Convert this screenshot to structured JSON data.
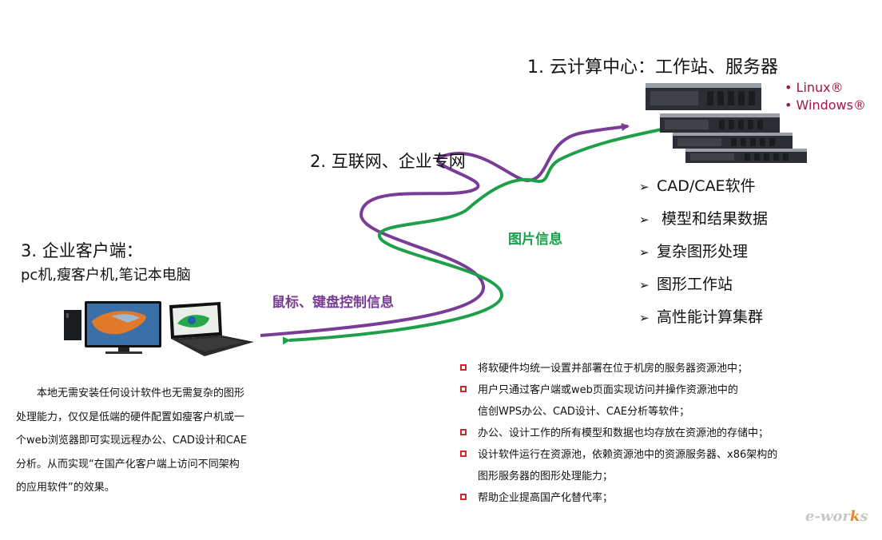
{
  "cloud": {
    "title": "1. 云计算中心：工作站、服务器",
    "os": [
      "• Linux®",
      "• Windows®"
    ]
  },
  "network": {
    "title": "2. 互联网、企业专网"
  },
  "client": {
    "title": "3. 企业客户端：",
    "subtitle": "pc机,瘦客户机,笔记本电脑"
  },
  "features": [
    "CAD/CAE软件",
    " 模型和结果数据",
    "复杂图形处理",
    "图形工作站",
    "高性能计算集群"
  ],
  "flows": {
    "mouse_label": "鼠标、键盘控制信息",
    "image_label": "图片信息",
    "mouse_color": "#7a3d97",
    "image_color": "#1ea04a"
  },
  "description": [
    "　　本地无需安装任何设计软件也无需复杂的图形",
    "处理能力，仅仅是低端的硬件配置如瘦客户机或一",
    "个web浏览器即可实现远程办公、CAD设计和CAE",
    "分析。从而实现“在国产化客户端上访问不同架构",
    "的应用软件”的效果。"
  ],
  "notes": [
    "将软硬件均统一设置并部署在位于机房的服务器资源池中；",
    "用户只通过客户端或web页面实现访问并操作资源池中的",
    "信创WPS办公、CAD设计、CAE分析等软件；",
    "办公、设计工作的所有模型和数据也均存放在资源池的存储中；",
    "设计软件运行在资源池，依赖资源池中的资源服务器、x86架构的",
    "图形服务器的图形处理能力；",
    "帮助企业提高国产化替代率；"
  ],
  "logo": {
    "text_left": "e-wor",
    "text_mid": "k",
    "text_right": "s"
  }
}
